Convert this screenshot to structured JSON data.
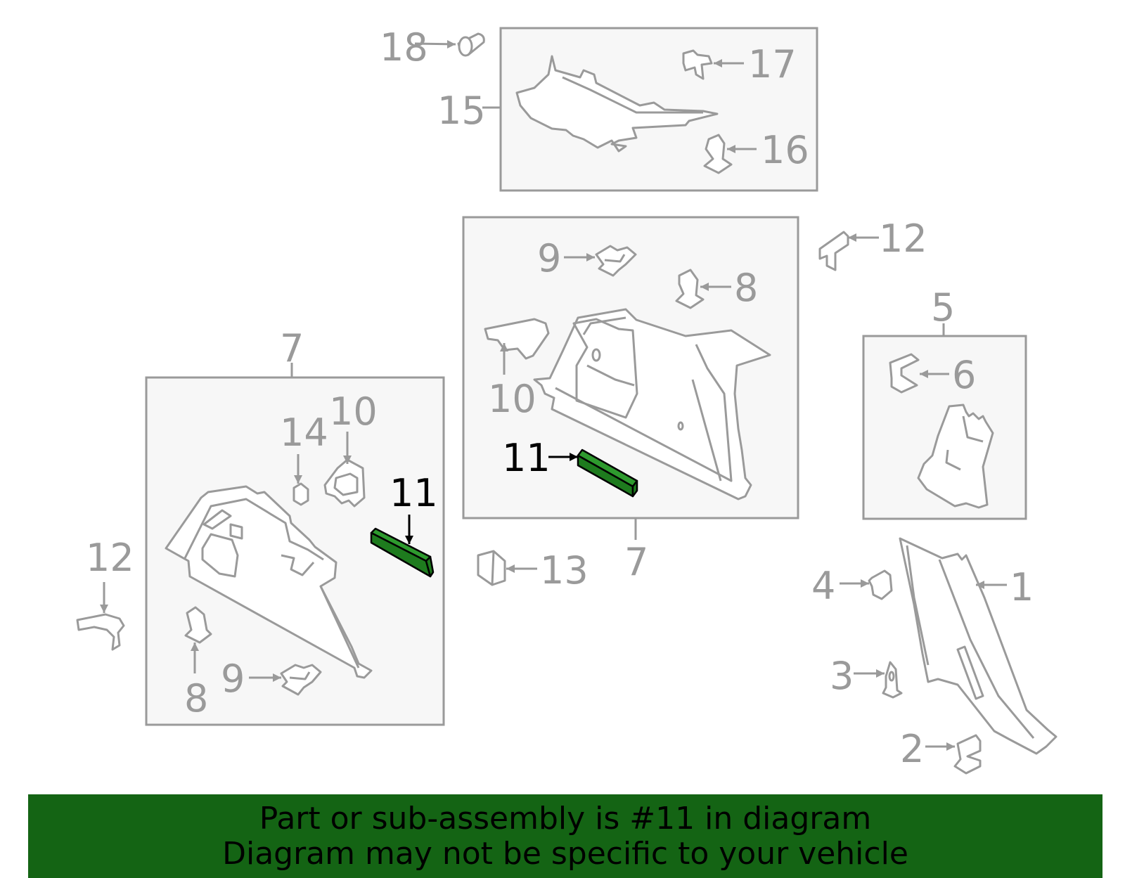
{
  "labels": {
    "l1": "1",
    "l2": "2",
    "l3": "3",
    "l4": "4",
    "l5": "5",
    "l6": "6",
    "l7a": "7",
    "l7b": "7",
    "l8a": "8",
    "l8b": "8",
    "l9a": "9",
    "l9b": "9",
    "l10a": "10",
    "l10b": "10",
    "l11a": "11",
    "l11b": "11",
    "l12a": "12",
    "l12b": "12",
    "l13": "13",
    "l14": "14",
    "l15": "15",
    "l16": "16",
    "l17": "17",
    "l18": "18"
  },
  "banner": {
    "line1": "Part or sub-assembly is #11 in diagram",
    "line2": "Diagram may not be specific to your vehicle"
  },
  "colors": {
    "highlight": "#1e7b1e",
    "banner_bg": "#146414",
    "line": "#9a9a9a"
  }
}
